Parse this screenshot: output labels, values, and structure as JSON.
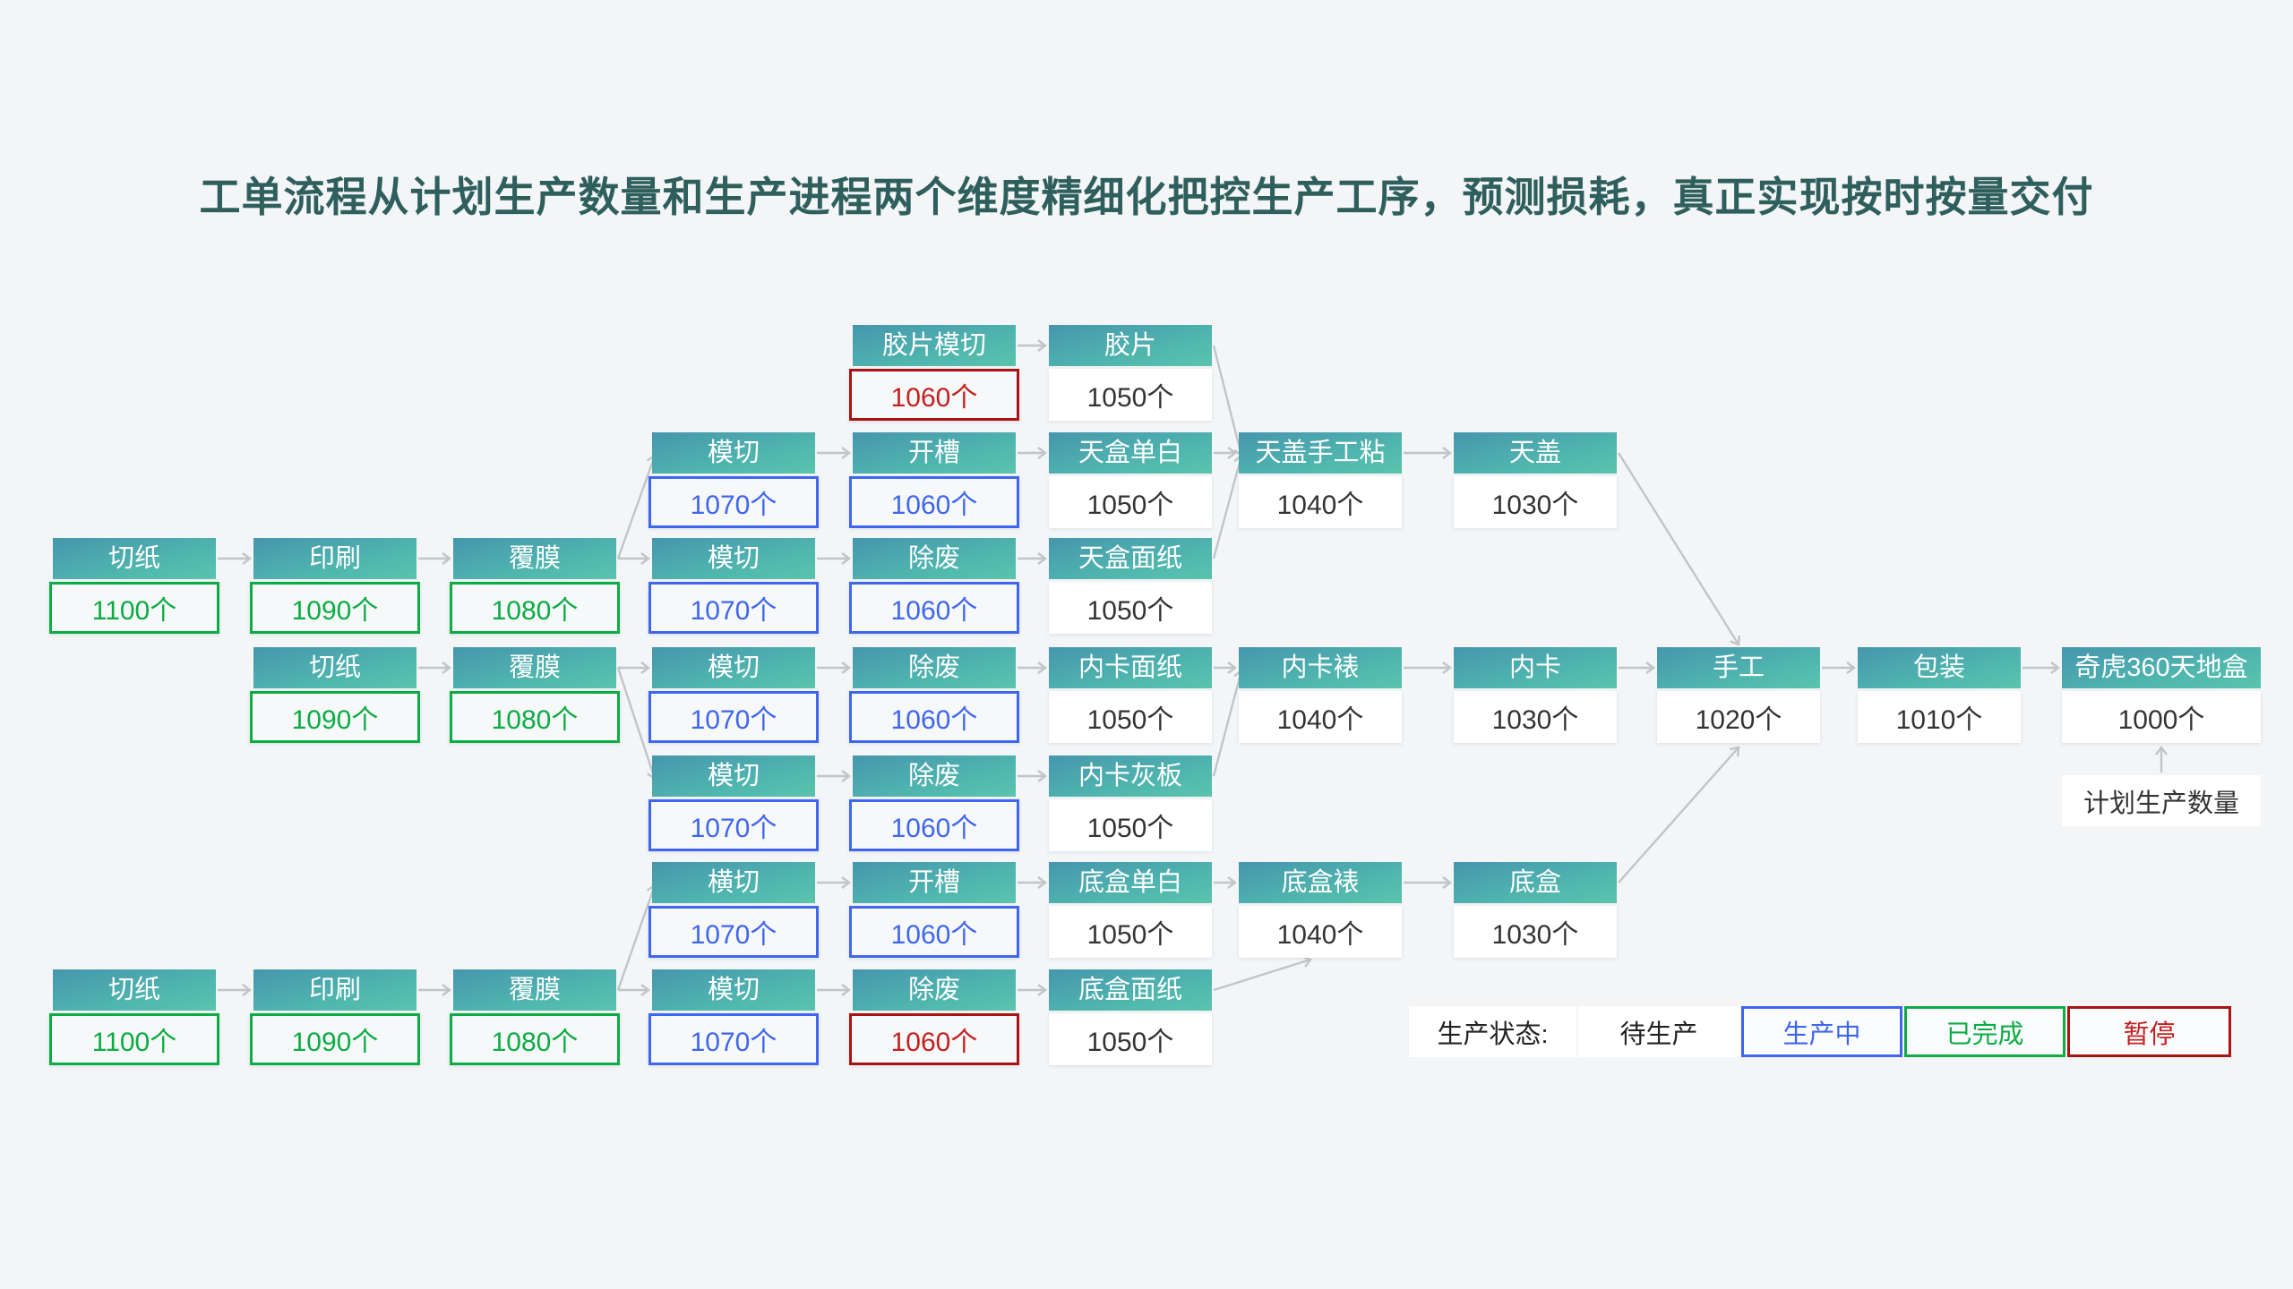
{
  "title": "工单流程从计划生产数量和生产进程两个维度精细化把控生产工序，预测损耗，真正实现按时按量交付",
  "colors": {
    "background": "#f3f5f7",
    "header_gradient_top": "#4696ad",
    "header_gradient_bottom": "#5ac4ad",
    "arrow": "#c2c5c8",
    "title_text": "#2e5f5d",
    "status_pending_text": "#333333",
    "status_in_progress": "#3f66ee",
    "status_done": "#0cac44",
    "status_paused_border": "#a81414",
    "status_paused_text": "#c42020"
  },
  "flow": {
    "nodes": [
      {
        "id": "jpmq",
        "label": "胶片模切",
        "qty": "1060个",
        "status": "paused",
        "col": 4,
        "row": 0
      },
      {
        "id": "jp",
        "label": "胶片",
        "qty": "1050个",
        "status": "pending",
        "col": 5,
        "row": 0
      },
      {
        "id": "mq1",
        "label": "模切",
        "qty": "1070个",
        "status": "in_progress",
        "col": 3,
        "row": 1
      },
      {
        "id": "kc1",
        "label": "开槽",
        "qty": "1060个",
        "status": "in_progress",
        "col": 4,
        "row": 1
      },
      {
        "id": "thdb",
        "label": "天盒单白",
        "qty": "1050个",
        "status": "pending",
        "col": 5,
        "row": 1
      },
      {
        "id": "tgsgz",
        "label": "天盖手工粘",
        "qty": "1040个",
        "status": "pending",
        "col": 6,
        "row": 1
      },
      {
        "id": "tg",
        "label": "天盖",
        "qty": "1030个",
        "status": "pending",
        "col": 7,
        "row": 1
      },
      {
        "id": "qz1",
        "label": "切纸",
        "qty": "1100个",
        "status": "done",
        "col": 0,
        "row": 2
      },
      {
        "id": "ys1",
        "label": "印刷",
        "qty": "1090个",
        "status": "done",
        "col": 1,
        "row": 2
      },
      {
        "id": "fm1",
        "label": "覆膜",
        "qty": "1080个",
        "status": "done",
        "col": 2,
        "row": 2
      },
      {
        "id": "mq2",
        "label": "模切",
        "qty": "1070个",
        "status": "in_progress",
        "col": 3,
        "row": 2
      },
      {
        "id": "cf1",
        "label": "除废",
        "qty": "1060个",
        "status": "in_progress",
        "col": 4,
        "row": 2
      },
      {
        "id": "thmz",
        "label": "天盒面纸",
        "qty": "1050个",
        "status": "pending",
        "col": 5,
        "row": 2
      },
      {
        "id": "qz2",
        "label": "切纸",
        "qty": "1090个",
        "status": "done",
        "col": 1,
        "row": 3
      },
      {
        "id": "fm2",
        "label": "覆膜",
        "qty": "1080个",
        "status": "done",
        "col": 2,
        "row": 3
      },
      {
        "id": "mq3",
        "label": "模切",
        "qty": "1070个",
        "status": "in_progress",
        "col": 3,
        "row": 3
      },
      {
        "id": "cf2",
        "label": "除废",
        "qty": "1060个",
        "status": "in_progress",
        "col": 4,
        "row": 3
      },
      {
        "id": "nkmz",
        "label": "内卡面纸",
        "qty": "1050个",
        "status": "pending",
        "col": 5,
        "row": 3
      },
      {
        "id": "nkb",
        "label": "内卡裱",
        "qty": "1040个",
        "status": "pending",
        "col": 6,
        "row": 3
      },
      {
        "id": "nk",
        "label": "内卡",
        "qty": "1030个",
        "status": "pending",
        "col": 7,
        "row": 3
      },
      {
        "id": "sg",
        "label": "手工",
        "qty": "1020个",
        "status": "pending",
        "col": 8,
        "row": 3
      },
      {
        "id": "bz",
        "label": "包装",
        "qty": "1010个",
        "status": "pending",
        "col": 9,
        "row": 3
      },
      {
        "id": "qh",
        "label": "奇虎360天地盒",
        "qty": "1000个",
        "status": "pending",
        "col": 10,
        "row": 3,
        "wide": true
      },
      {
        "id": "mq4",
        "label": "模切",
        "qty": "1070个",
        "status": "in_progress",
        "col": 3,
        "row": 4
      },
      {
        "id": "cf3",
        "label": "除废",
        "qty": "1060个",
        "status": "in_progress",
        "col": 4,
        "row": 4
      },
      {
        "id": "nkhb",
        "label": "内卡灰板",
        "qty": "1050个",
        "status": "pending",
        "col": 5,
        "row": 4
      },
      {
        "id": "hq",
        "label": "横切",
        "qty": "1070个",
        "status": "in_progress",
        "col": 3,
        "row": 5
      },
      {
        "id": "kc2",
        "label": "开槽",
        "qty": "1060个",
        "status": "in_progress",
        "col": 4,
        "row": 5
      },
      {
        "id": "ddb",
        "label": "底盒单白",
        "qty": "1050个",
        "status": "pending",
        "col": 5,
        "row": 5
      },
      {
        "id": "dhb",
        "label": "底盒裱",
        "qty": "1040个",
        "status": "pending",
        "col": 6,
        "row": 5
      },
      {
        "id": "dh",
        "label": "底盒",
        "qty": "1030个",
        "status": "pending",
        "col": 7,
        "row": 5
      },
      {
        "id": "qz3",
        "label": "切纸",
        "qty": "1100个",
        "status": "done",
        "col": 0,
        "row": 6
      },
      {
        "id": "ys2",
        "label": "印刷",
        "qty": "1090个",
        "status": "done",
        "col": 1,
        "row": 6
      },
      {
        "id": "fm3",
        "label": "覆膜",
        "qty": "1080个",
        "status": "done",
        "col": 2,
        "row": 6
      },
      {
        "id": "mq5",
        "label": "模切",
        "qty": "1070个",
        "status": "in_progress",
        "col": 3,
        "row": 6
      },
      {
        "id": "cf4",
        "label": "除废",
        "qty": "1060个",
        "status": "paused",
        "col": 4,
        "row": 6
      },
      {
        "id": "dhmz",
        "label": "底盒面纸",
        "qty": "1050个",
        "status": "pending",
        "col": 5,
        "row": 6
      }
    ],
    "edges": [
      {
        "from": "jpmq",
        "to": "jp"
      },
      {
        "from": "mq1",
        "to": "kc1"
      },
      {
        "from": "kc1",
        "to": "thdb"
      },
      {
        "from": "thdb",
        "to": "tgsgz"
      },
      {
        "from": "tgsgz",
        "to": "tg"
      },
      {
        "from": "qz1",
        "to": "ys1"
      },
      {
        "from": "ys1",
        "to": "fm1"
      },
      {
        "from": "fm1",
        "to": "mq2"
      },
      {
        "from": "mq2",
        "to": "cf1"
      },
      {
        "from": "cf1",
        "to": "thmz"
      },
      {
        "from": "qz2",
        "to": "fm2"
      },
      {
        "from": "fm2",
        "to": "mq3"
      },
      {
        "from": "mq3",
        "to": "cf2"
      },
      {
        "from": "cf2",
        "to": "nkmz"
      },
      {
        "from": "nkmz",
        "to": "nkb"
      },
      {
        "from": "nkb",
        "to": "nk"
      },
      {
        "from": "nk",
        "to": "sg"
      },
      {
        "from": "sg",
        "to": "bz"
      },
      {
        "from": "bz",
        "to": "qh"
      },
      {
        "from": "mq4",
        "to": "cf3"
      },
      {
        "from": "cf3",
        "to": "nkhb"
      },
      {
        "from": "hq",
        "to": "kc2"
      },
      {
        "from": "kc2",
        "to": "ddb"
      },
      {
        "from": "ddb",
        "to": "dhb"
      },
      {
        "from": "dhb",
        "to": "dh"
      },
      {
        "from": "qz3",
        "to": "ys2"
      },
      {
        "from": "ys2",
        "to": "fm3"
      },
      {
        "from": "fm3",
        "to": "mq5"
      },
      {
        "from": "mq5",
        "to": "cf4"
      },
      {
        "from": "cf4",
        "to": "dhmz"
      },
      {
        "from": "fm1",
        "to": "mq1",
        "ta": "lh"
      },
      {
        "from": "fm2",
        "to": "mq4",
        "ta": "lh"
      },
      {
        "from": "fm3",
        "to": "hq",
        "ta": "lh"
      },
      {
        "from": "jp",
        "to": "tgsgz",
        "ta": "lh"
      },
      {
        "from": "thmz",
        "to": "tgsgz",
        "ta": "lh"
      },
      {
        "from": "nkhb",
        "to": "nkb",
        "ta": "lh"
      },
      {
        "from": "dhmz",
        "to": "dhb",
        "ta": "bl"
      },
      {
        "from": "tg",
        "to": "sg",
        "ta": "tm"
      },
      {
        "from": "dh",
        "to": "sg",
        "ta": "bm"
      },
      {
        "from": "plan",
        "to": "qh",
        "fa": "tm",
        "ta": "bm"
      }
    ]
  },
  "annotation": {
    "label": "计划生产数量"
  },
  "legend": {
    "label": "生产状态:",
    "items": [
      {
        "label": "待生产",
        "status": "pending"
      },
      {
        "label": "生产中",
        "status": "in_progress"
      },
      {
        "label": "已完成",
        "status": "done"
      },
      {
        "label": "暂停",
        "status": "paused"
      }
    ]
  }
}
